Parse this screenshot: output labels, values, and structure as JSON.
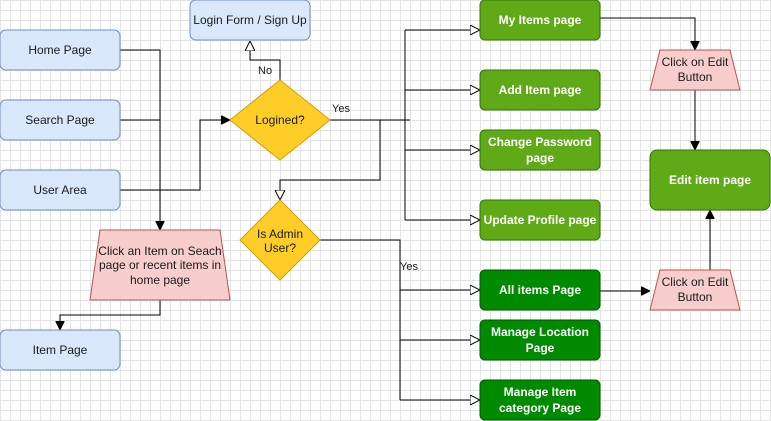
{
  "nodes": {
    "home_page": "Home Page",
    "search_page": "Search Page",
    "user_area": "User Area",
    "login_form": "Login Form / Sign Up",
    "logined": "Logined?",
    "click_item": [
      "Click an Item on Seach",
      "page or recent items in",
      "home page"
    ],
    "item_page": "Item Page",
    "is_admin": [
      "Is Admin",
      "User?"
    ],
    "my_items": "My Items page",
    "add_item": "Add Item page",
    "change_password": [
      "Change Password",
      "page"
    ],
    "update_profile": "Update Profile page",
    "all_items": "All items Page",
    "manage_location": [
      "Manage Location",
      "Page"
    ],
    "manage_category": [
      "Manage Item",
      "category Page"
    ],
    "click_edit_top": [
      "Click on Edit",
      "Button"
    ],
    "click_edit_bottom": [
      "Click on Edit",
      "Button"
    ],
    "edit_item": "Edit item page"
  },
  "edge_labels": {
    "no": "No",
    "yes_logined": "Yes",
    "yes_admin": "Yes"
  },
  "colors": {
    "blue_fill": "#dae8fc",
    "green_fill": "#60a917",
    "dark_green_fill": "#008a00",
    "pink_fill": "#f8cecc",
    "diamond_fill": "#ffcd28"
  }
}
